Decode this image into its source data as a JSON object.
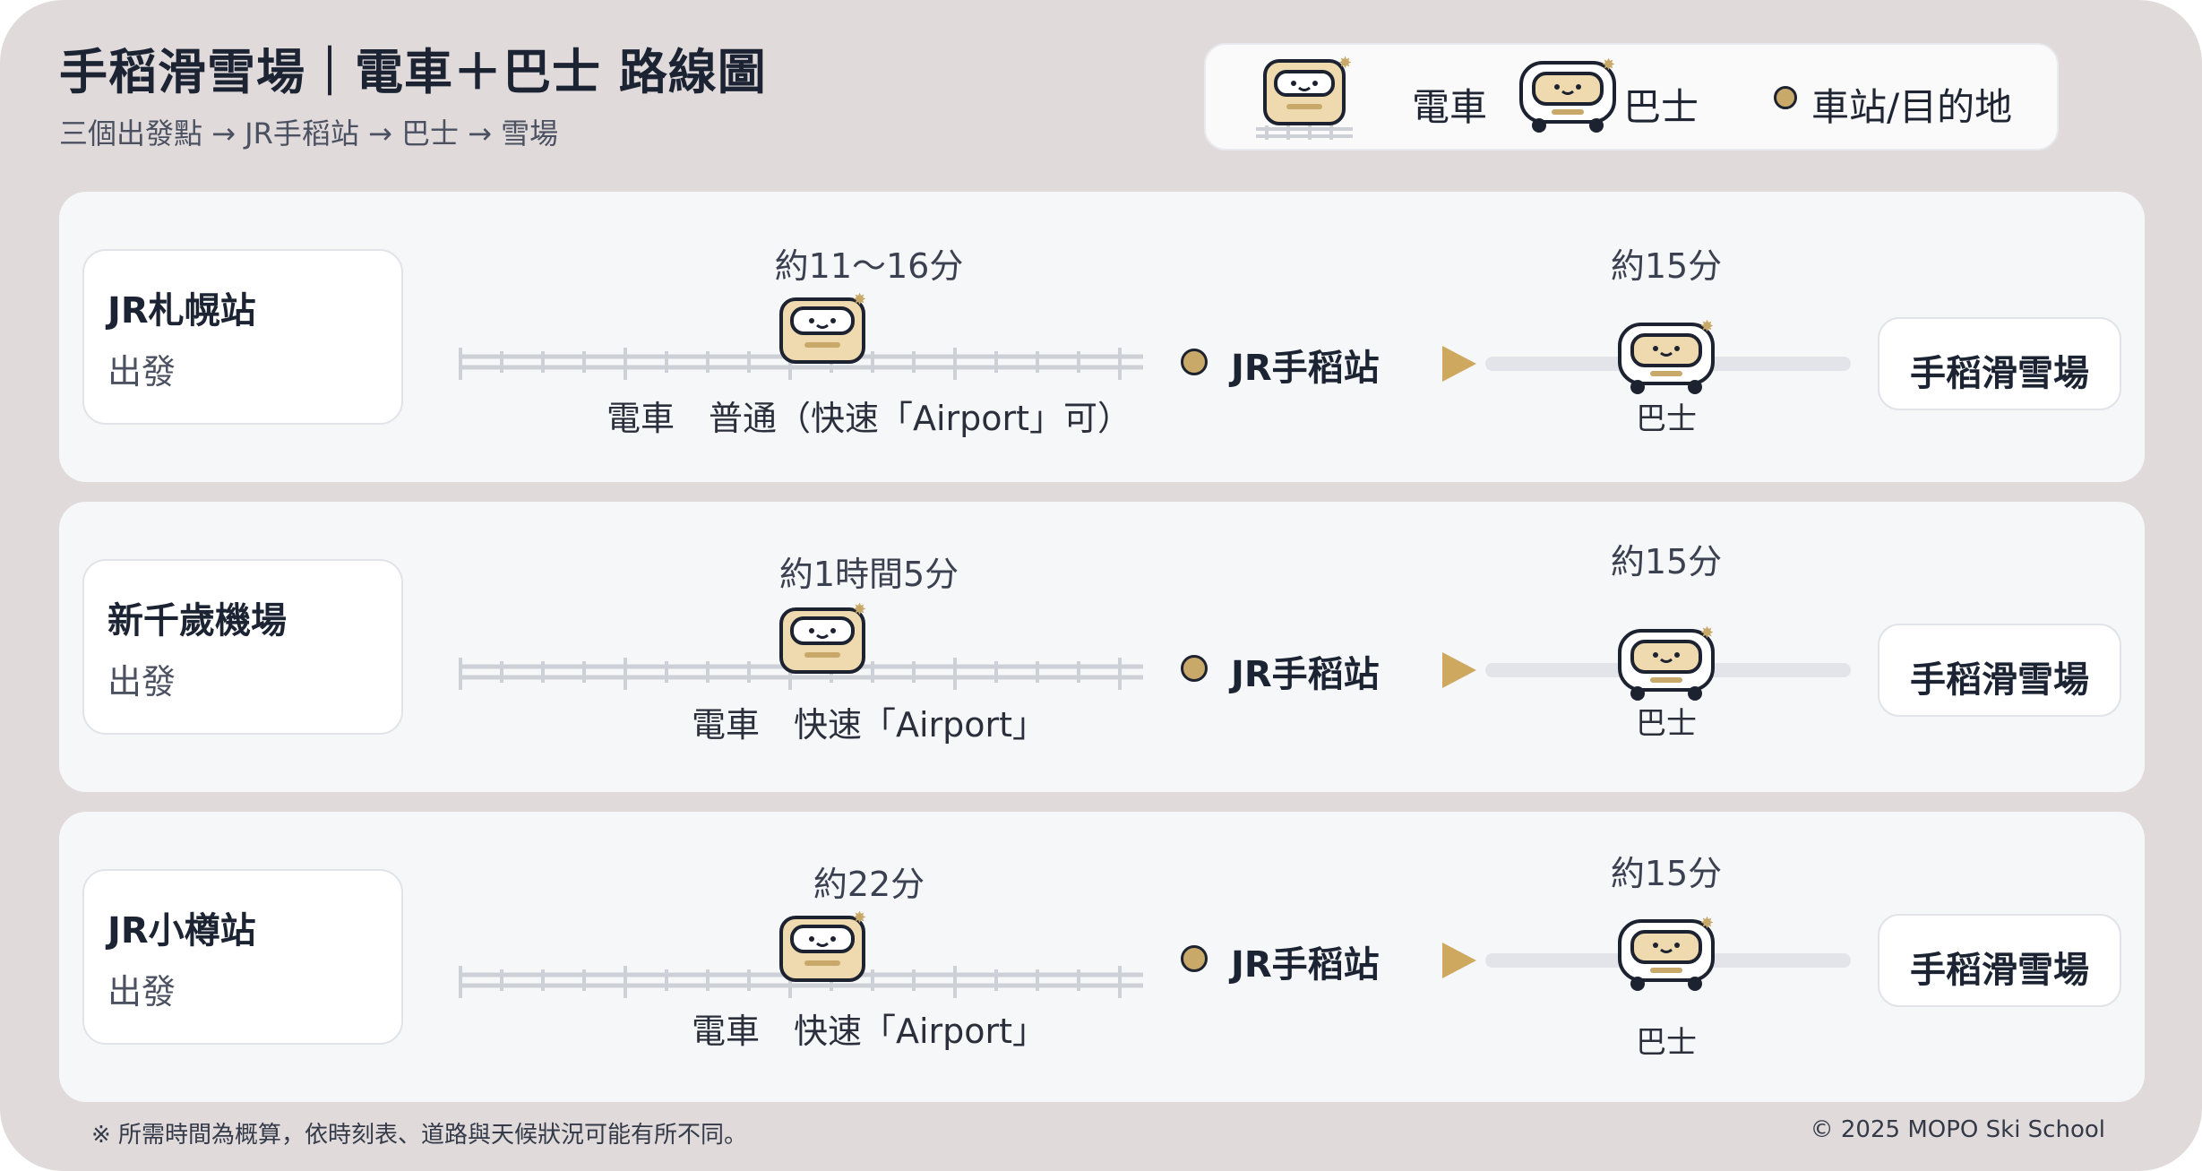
{
  "title": "手稻滑雪場｜電車＋巴士 路線圖",
  "subtitle": "三個出發點 → JR手稻站 → 巴士 → 雪場",
  "legend": {
    "train_label": "電車",
    "bus_label": "巴士",
    "station_label": "車站/目的地"
  },
  "colors": {
    "accent_gold": "#c9a96a",
    "vehicle_fill": "#efd9ae",
    "outline_dark": "#1c2230",
    "frame_bg": "#e0dadb"
  },
  "routes": [
    {
      "origin": "JR札幌站",
      "origin_sub": "出發",
      "train_time": "約11～16分",
      "train_line": "電車　普通（快速「Airport」可）",
      "transfer_station": "JR手稻站",
      "bus_time": "約15分",
      "bus_label": "巴士",
      "destination": "手稻滑雪場"
    },
    {
      "origin": "新千歲機場",
      "origin_sub": "出發",
      "train_time": "約1時間5分",
      "train_line": "電車　快速「Airport」",
      "transfer_station": "JR手稻站",
      "bus_time": "約15分",
      "bus_label": "巴士",
      "destination": "手稻滑雪場"
    },
    {
      "origin": "JR小樽站",
      "origin_sub": "出發",
      "train_time": "約22分",
      "train_line": "電車　快速「Airport」",
      "transfer_station": "JR手稻站",
      "bus_time": "約15分",
      "bus_label": "巴士",
      "destination": "手稻滑雪場"
    }
  ],
  "footnote": "※ 所需時間為概算，依時刻表、道路與天候狀況可能有所不同。",
  "copyright": "© 2025 MOPO Ski School"
}
